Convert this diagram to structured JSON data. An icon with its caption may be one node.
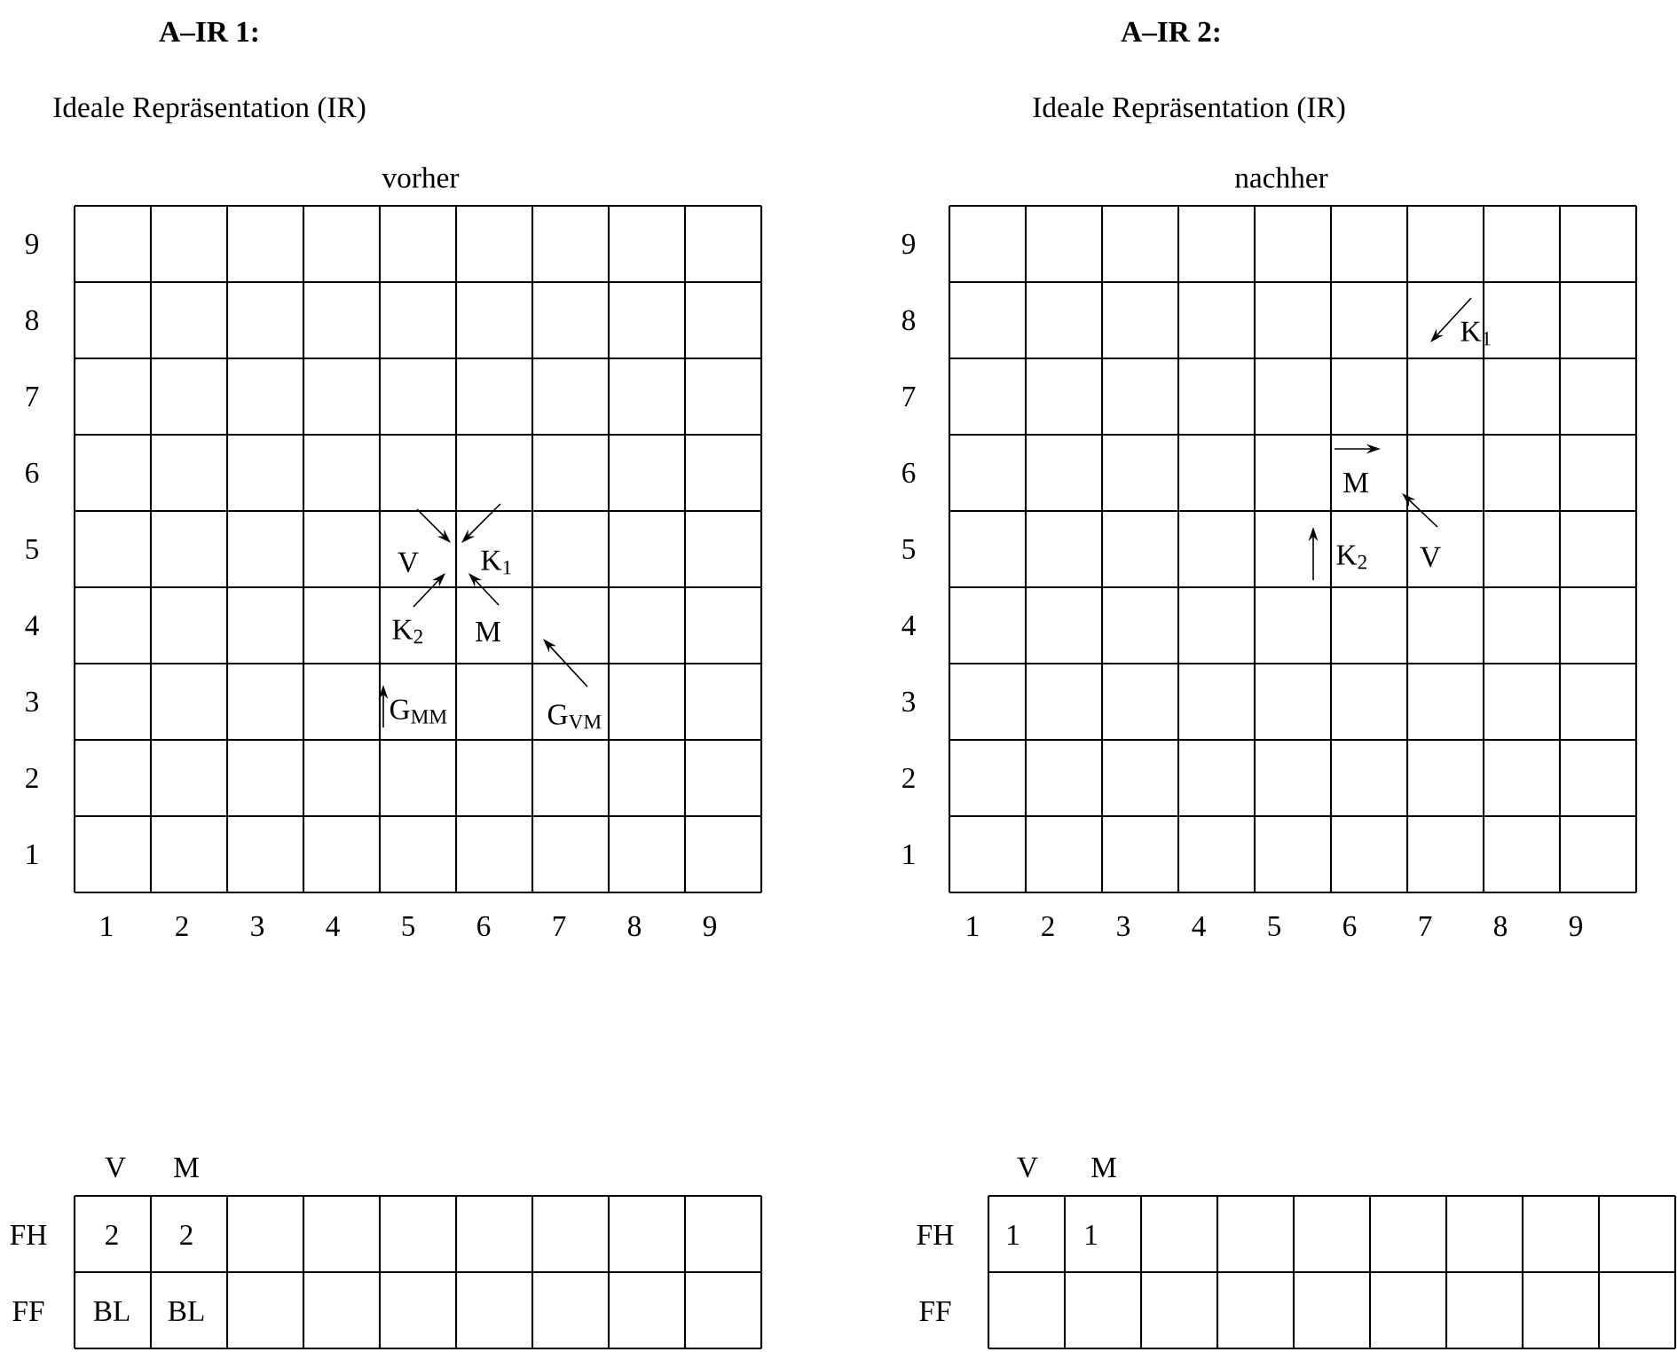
{
  "diagram": {
    "labels": [
      "A–IR 1:",
      "A–IR 2:",
      "Ideale Repräsentation (IR)",
      "Ideale Repräsentation (IR)",
      "vorher",
      "nachher",
      "9",
      "8",
      "7",
      "6",
      "5",
      "4",
      "3",
      "2",
      "1",
      "V",
      "K$_{1}$",
      "K$_{2}$",
      "M",
      "G$_{MM}$",
      "G$_{VM}$",
      "1",
      "2",
      "3",
      "4",
      "5",
      "6",
      "7",
      "8",
      "9",
      "9",
      "8",
      "7",
      "6",
      "5",
      "4",
      "3",
      "2",
      "1",
      "K$_{1}$",
      "M",
      "K$_{2}$",
      "V",
      "1",
      "2",
      "3",
      "4",
      "5",
      "6",
      "7",
      "8",
      "9",
      "V",
      "M",
      "FH",
      "2",
      "2",
      "FF",
      "BL",
      "BL",
      "V",
      "M",
      "FH",
      "1",
      "1",
      "FF"
    ]
  }
}
